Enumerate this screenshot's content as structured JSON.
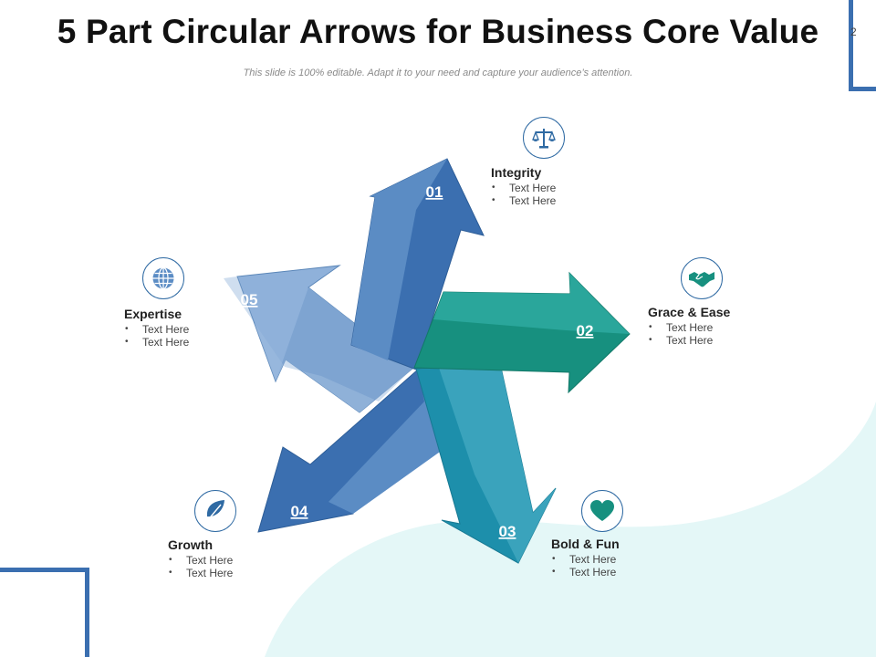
{
  "slide": {
    "title": "5 Part Circular Arrows for Business Core Value",
    "page_number": "2",
    "subtitle": "This slide is 100% editable. Adapt it to your need and capture your audience’s attention."
  },
  "colors": {
    "blue_dark": "#3b6fb0",
    "blue_mid": "#5b8cc4",
    "blue_light": "#8fb1da",
    "teal": "#17907f",
    "teal_light": "#2aa69b",
    "cyan": "#1d8fab",
    "background_blob": "#e4f7f7"
  },
  "arrows": [
    {
      "number": "01",
      "color": "blue-dark"
    },
    {
      "number": "02",
      "color": "teal"
    },
    {
      "number": "03",
      "color": "cyan"
    },
    {
      "number": "04",
      "color": "blue-dark"
    },
    {
      "number": "05",
      "color": "blue-light"
    }
  ],
  "items": {
    "integrity": {
      "icon": "scales-icon",
      "heading": "Integrity",
      "bullets": [
        "Text Here",
        "Text Here"
      ]
    },
    "grace": {
      "icon": "handshake-icon",
      "heading": "Grace & Ease",
      "bullets": [
        "Text Here",
        "Text Here"
      ]
    },
    "bold": {
      "icon": "heart-icon",
      "heading": "Bold & Fun",
      "bullets": [
        "Text Here",
        "Text Here"
      ]
    },
    "growth": {
      "icon": "leaf-icon",
      "heading": "Growth",
      "bullets": [
        "Text Here",
        "Text Here"
      ]
    },
    "expertise": {
      "icon": "globe-icon",
      "heading": "Expertise",
      "bullets": [
        "Text Here",
        "Text Here"
      ]
    }
  }
}
